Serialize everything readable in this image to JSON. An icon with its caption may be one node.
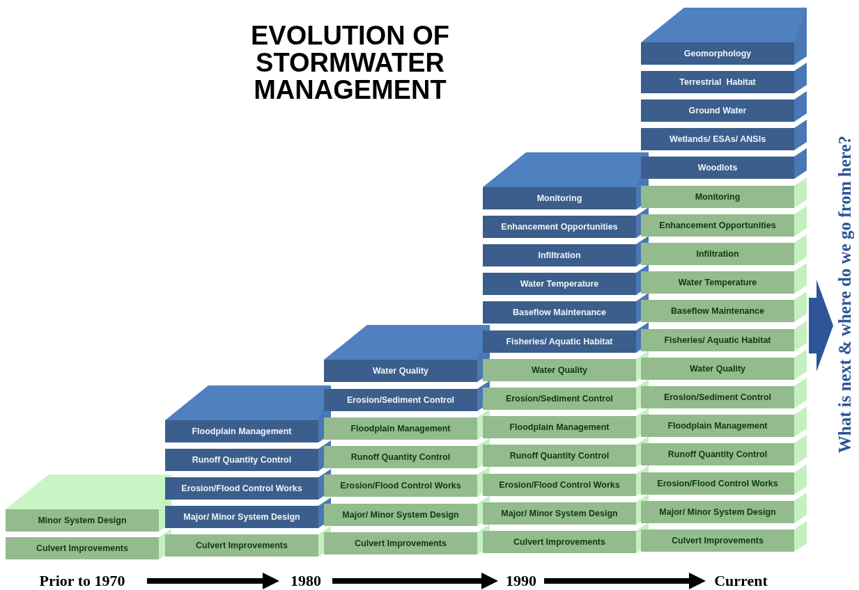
{
  "diagram": {
    "title": "EVOLUTION OF STORMWATER MANAGEMENT",
    "nodes": [
      {
        "text": [
          "Minor System Design"
        ]
      },
      {
        "text": [
          "Culvert Improvements"
        ]
      },
      {
        "text": [
          "Floodplain Management"
        ]
      },
      {
        "text": [
          "Runoff Quantity Control"
        ]
      },
      {
        "text": [
          "Erosion/Flood Control Works"
        ]
      },
      {
        "text": [
          "Major/ Minor System Design"
        ]
      },
      {
        "text": [
          "Culvert Improvements"
        ]
      },
      {
        "text": [
          "Water Quality"
        ]
      },
      {
        "text": [
          "Erosion/Sediment Control"
        ]
      },
      {
        "text": [
          "Floodplain Management"
        ]
      },
      {
        "text": [
          "Runoff Quantity Control"
        ]
      },
      {
        "text": [
          "Erosion/Flood Control Works"
        ]
      },
      {
        "text": [
          "Major/ Minor System Design"
        ]
      },
      {
        "text": [
          "Culvert Improvements"
        ]
      },
      {
        "text": [
          "Monitoring"
        ]
      },
      {
        "text": [
          "Enhancement Opportunities"
        ]
      },
      {
        "text": [
          "Infiltration"
        ]
      },
      {
        "text": [
          "Water Temperature"
        ]
      },
      {
        "text": [
          "Baseflow Maintenance"
        ]
      },
      {
        "text": [
          "Fisheries/ Aquatic Habitat"
        ]
      },
      {
        "text": [
          "Water Quality"
        ]
      },
      {
        "text": [
          "Erosion/Sediment Control"
        ]
      },
      {
        "text": [
          "Floodplain Management"
        ]
      },
      {
        "text": [
          "Runoff Quantity Control"
        ]
      },
      {
        "text": [
          "Erosion/Flood Control Works"
        ]
      },
      {
        "text": [
          "Major/ Minor System Design"
        ]
      },
      {
        "text": [
          "Culvert Improvements"
        ]
      },
      {
        "text": [
          "Geomorphology"
        ]
      },
      {
        "text": [
          "Terrestrial  Habitat"
        ]
      },
      {
        "text": [
          "Ground Water"
        ]
      },
      {
        "text": [
          "Wetlands/ ESAs/ ANSIs"
        ]
      },
      {
        "text": [
          "Woodlots"
        ]
      },
      {
        "text": [
          "Monitoring"
        ]
      },
      {
        "text": [
          "Enhancement Opportunities"
        ]
      },
      {
        "text": [
          "Infiltration"
        ]
      },
      {
        "text": [
          "Water Temperature"
        ]
      },
      {
        "text": [
          "Baseflow Maintenance"
        ]
      },
      {
        "text": [
          "Fisheries/ Aquatic Habitat"
        ]
      },
      {
        "text": [
          "Water Quality"
        ]
      },
      {
        "text": [
          "Erosion/Sediment Control"
        ]
      },
      {
        "text": [
          "Floodplain Management"
        ]
      },
      {
        "text": [
          "Runoff Quantity Control"
        ]
      },
      {
        "text": [
          "Erosion/Flood Control Works"
        ]
      },
      {
        "text": [
          "Major/ Minor System Design"
        ]
      },
      {
        "text": [
          "Culvert Improvements"
        ]
      },
      {
        "text": [
          "Prior to 1970"
        ]
      },
      {
        "text": [
          "1980"
        ]
      },
      {
        "text": [
          "1990"
        ]
      },
      {
        "text": [
          "Current"
        ]
      },
      {
        "text": [
          "What is next & where do we go from here?"
        ]
      }
    ],
    "edges": [
      {
        "from": 45,
        "to": 46,
        "arrow": "to"
      },
      {
        "from": 46,
        "to": 47,
        "arrow": "to"
      },
      {
        "from": 47,
        "to": 48,
        "arrow": "to"
      },
      {
        "from": 37,
        "to": 49,
        "arrow": "to",
        "color": "#2e5597",
        "style": "thick"
      }
    ]
  }
}
